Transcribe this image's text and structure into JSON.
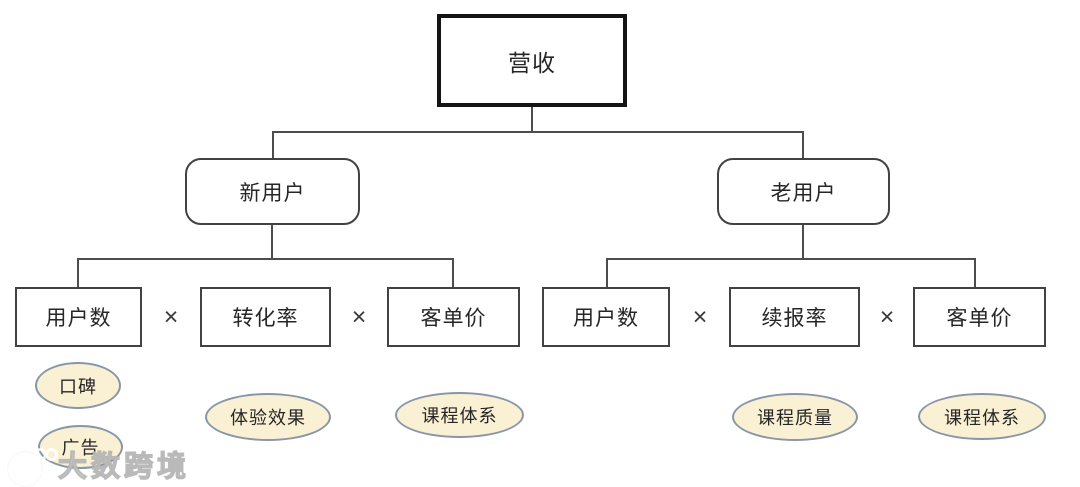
{
  "root": {
    "label": "营收"
  },
  "multiply": "×",
  "branches": [
    {
      "label": "新用户",
      "factors": [
        "用户数",
        "转化率",
        "客单价"
      ]
    },
    {
      "label": "老用户",
      "factors": [
        "用户数",
        "续报率",
        "客单价"
      ]
    }
  ],
  "ellipses": [
    {
      "label": "口碑"
    },
    {
      "label": "广告"
    },
    {
      "label": "体验效果"
    },
    {
      "label": "课程体系"
    },
    {
      "label": "课程质量"
    },
    {
      "label": "课程体系"
    }
  ],
  "watermark": {
    "text": "大数跨境"
  },
  "colors": {
    "ellipse_fill": "#FAF0D3",
    "ellipse_border": "#8796A8",
    "line": "#4D4D4D",
    "root_border": "#141414",
    "text": "#262626",
    "background": "#FFFFFF"
  }
}
